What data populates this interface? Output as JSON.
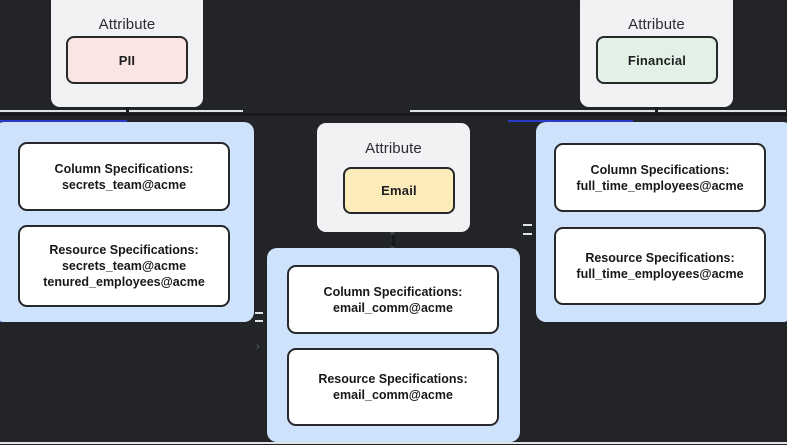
{
  "theme": {
    "background": "#222428",
    "card_background": "#f1f2f4",
    "panel_background": "#cfe2fb",
    "box_background": "#ffffff",
    "border": "#26282c",
    "accent_line": "#2b3aca",
    "chip_pii": "#fbe4e4",
    "chip_financial": "#e2f0e5",
    "chip_email": "#fcecba"
  },
  "attribute_groups": [
    {
      "id": "pii",
      "title": "Attribute",
      "chip_label": "PII"
    },
    {
      "id": "email",
      "title": "Attribute",
      "chip_label": "Email"
    },
    {
      "id": "financial",
      "title": "Attribute",
      "chip_label": "Financial"
    }
  ],
  "spec_panels": [
    {
      "id": "secrets-team",
      "boxes": [
        {
          "heading": "Column Specifications:",
          "values": [
            "secrets_team@acme"
          ]
        },
        {
          "heading": "Resource Specifications:",
          "values": [
            "secrets_team@acme",
            "tenured_employees@acme"
          ]
        }
      ]
    },
    {
      "id": "email-comm",
      "boxes": [
        {
          "heading": "Column Specifications:",
          "values": [
            "email_comm@acme"
          ]
        },
        {
          "heading": "Resource Specifications:",
          "values": [
            "email_comm@acme"
          ]
        }
      ]
    },
    {
      "id": "full-time-employees",
      "boxes": [
        {
          "heading": "Column Specifications:",
          "values": [
            "full_time_employees@acme"
          ]
        },
        {
          "heading": "Resource Specifications:",
          "values": [
            "full_time_employees@acme"
          ]
        }
      ]
    }
  ],
  "misc": {
    "chevron_glyph": "›"
  }
}
